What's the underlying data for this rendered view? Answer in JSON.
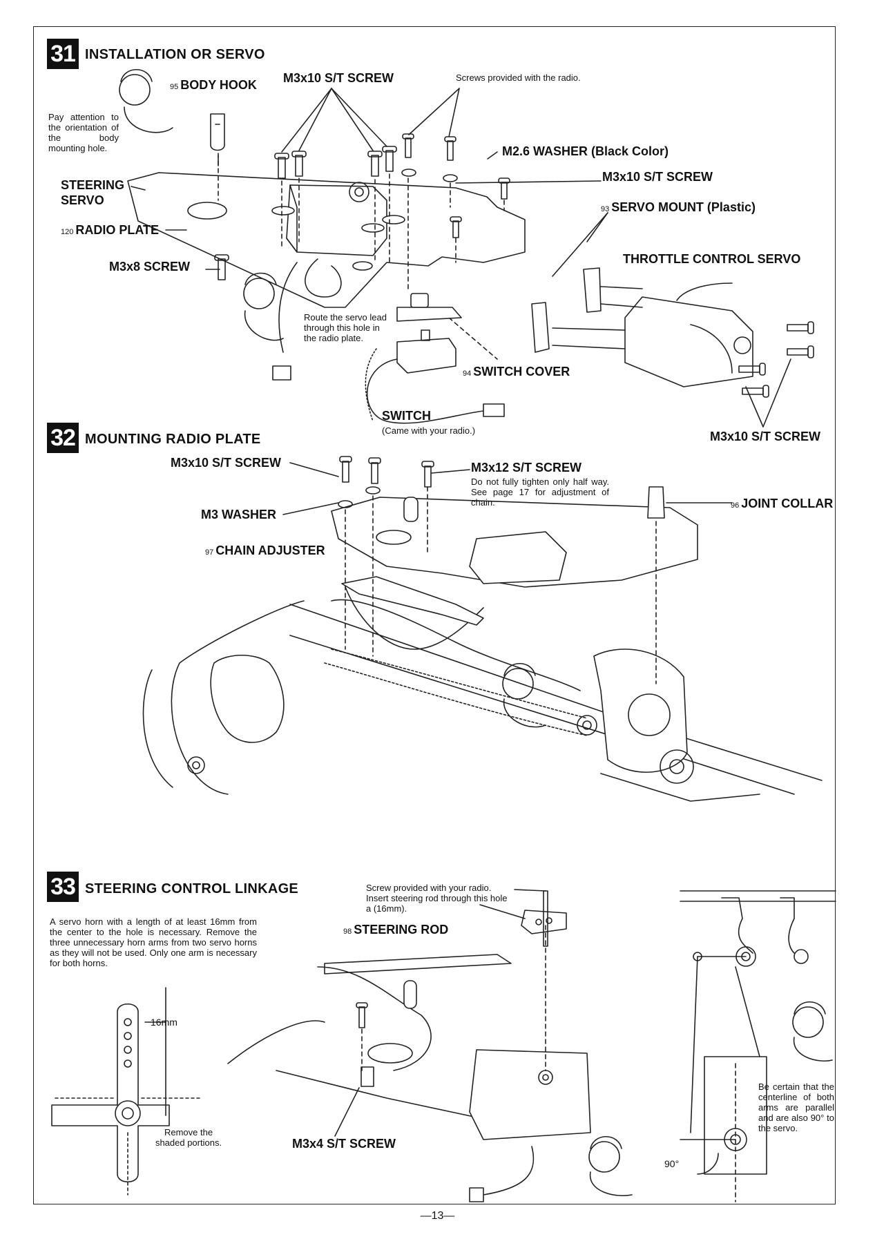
{
  "page_number": "—13—",
  "step31": {
    "number": "31",
    "title": "INSTALLATION OR SERVO",
    "labels": {
      "body_hook_num": "95",
      "body_hook": "BODY HOOK",
      "m3x10_top": "M3x10 S/T SCREW",
      "screws_radio": "Screws provided with the radio.",
      "m26_washer": "M2.6 WASHER (Black Color)",
      "m3x10_right": "M3x10 S/T SCREW",
      "servo_mount_num": "93",
      "servo_mount": "SERVO MOUNT (Plastic)",
      "steering_servo_1": "STEERING",
      "steering_servo_2": "SERVO",
      "radio_plate_num": "120",
      "radio_plate": "RADIO PLATE",
      "m3x8": "M3x8 SCREW",
      "throttle_servo": "THROTTLE CONTROL SERVO",
      "switch_cover_num": "94",
      "switch_cover": "SWITCH COVER",
      "switch": "SWITCH",
      "switch_note": "(Came with your radio.)",
      "m3x10_bottom": "M3x10 S/T SCREW"
    },
    "notes": {
      "body_hook_note": "Pay attention to the orientation of the body mounting hole.",
      "route_note": "Route the servo lead through this hole in the radio plate."
    }
  },
  "step32": {
    "number": "32",
    "title": "MOUNTING RADIO PLATE",
    "labels": {
      "m3x10": "M3x10 S/T SCREW",
      "m3x12": "M3x12 S/T SCREW",
      "m3x12_note": "Do not fully tighten only half way. See page 17 for adjustment of chain.",
      "joint_collar_num": "96",
      "joint_collar": "JOINT COLLAR",
      "m3_washer": "M3 WASHER",
      "chain_adjuster_num": "97",
      "chain_adjuster": "CHAIN ADJUSTER"
    }
  },
  "step33": {
    "number": "33",
    "title": "STEERING CONTROL LINKAGE",
    "labels": {
      "horn_note": "A servo horn with a length of at least 16mm from the center to the hole is necessary. Remove the three unnecessary horn arms from two servo horns as they will not be used. Only one arm is necessary for both horns.",
      "screw_note": "Screw provided with your radio. Insert steering rod through this hole a (16mm).",
      "steering_rod_num": "98",
      "steering_rod": "STEERING ROD",
      "dim_16mm": "16mm",
      "remove_shaded": "Remove the shaded portions.",
      "m3x4": "M3x4 S/T SCREW",
      "parallel_note": "Be certain that the centerline of both arms are parallel and are also 90° to the servo.",
      "angle_90": "90°"
    }
  },
  "colors": {
    "ink": "#111111",
    "paper": "#ffffff"
  }
}
